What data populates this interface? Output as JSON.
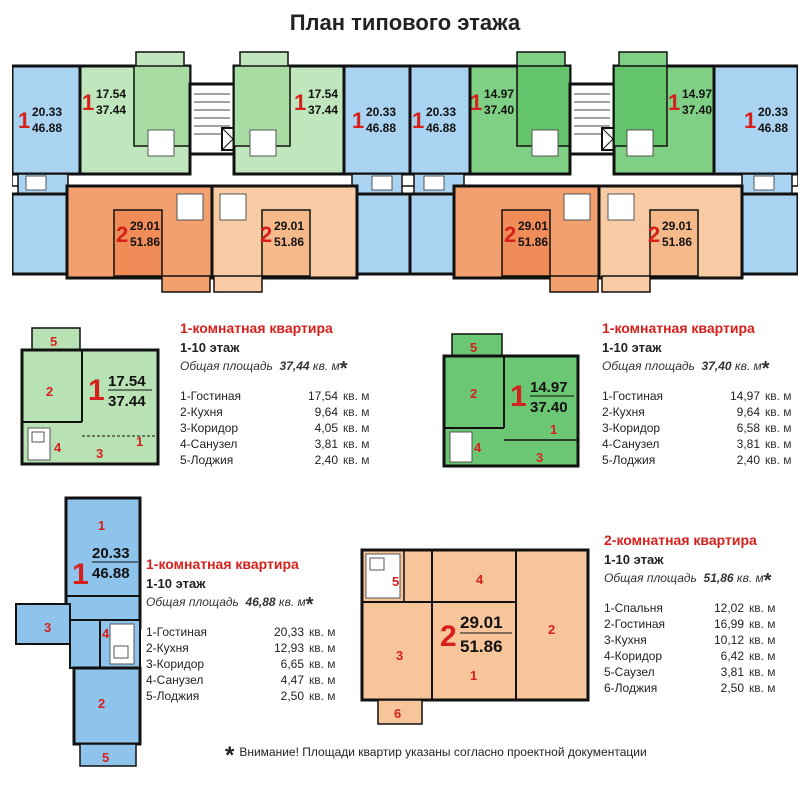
{
  "title": "План типового этажа",
  "floor_plan_labels": [
    {
      "rooms": "1",
      "living": "20.33",
      "total": "46.88"
    },
    {
      "rooms": "1",
      "living": "17.54",
      "total": "37.44"
    },
    {
      "rooms": "1",
      "living": "17.54",
      "total": "37.44"
    },
    {
      "rooms": "1",
      "living": "20.33",
      "total": "46.88"
    },
    {
      "rooms": "1",
      "living": "20.33",
      "total": "46.88"
    },
    {
      "rooms": "1",
      "living": "14.97",
      "total": "37.40"
    },
    {
      "rooms": "1",
      "living": "14.97",
      "total": "37.40"
    },
    {
      "rooms": "1",
      "living": "20.33",
      "total": "46.88"
    },
    {
      "rooms": "2",
      "living": "29.01",
      "total": "51.86"
    },
    {
      "rooms": "2",
      "living": "29.01",
      "total": "51.86"
    },
    {
      "rooms": "2",
      "living": "29.01",
      "total": "51.86"
    },
    {
      "rooms": "2",
      "living": "29.01",
      "total": "51.86"
    }
  ],
  "apartments": [
    {
      "title": "1-комнатная квартира",
      "floor": "1-10 этаж",
      "total_label": "Общая площадь",
      "total_value": "37,44",
      "unit": "кв. м",
      "star": "*",
      "plan_rooms": "1",
      "plan_living": "17.54",
      "plan_total": "37.44",
      "plan_numbers": [
        "5",
        "2",
        "4",
        "3",
        "1"
      ],
      "color": "#b8e2b4",
      "rows": [
        {
          "name": "1-Гостиная",
          "value": "17,54",
          "unit": "кв. м"
        },
        {
          "name": "2-Кухня",
          "value": "9,64",
          "unit": "кв. м"
        },
        {
          "name": "3-Коридор",
          "value": "4,05",
          "unit": "кв. м"
        },
        {
          "name": "4-Санузел",
          "value": "3,81",
          "unit": "кв. м"
        },
        {
          "name": "5-Лоджия",
          "value": "2,40",
          "unit": "кв. м"
        }
      ]
    },
    {
      "title": "1-комнатная квартира",
      "floor": "1-10 этаж",
      "total_label": "Общая площадь",
      "total_value": "37,40",
      "unit": "кв. м",
      "star": "*",
      "plan_rooms": "1",
      "plan_living": "14.97",
      "plan_total": "37.40",
      "plan_numbers": [
        "5",
        "2",
        "4",
        "3",
        "1"
      ],
      "color": "#6cc774",
      "rows": [
        {
          "name": "1-Гостиная",
          "value": "14,97",
          "unit": "кв. м"
        },
        {
          "name": "2-Кухня",
          "value": "9,64",
          "unit": "кв. м"
        },
        {
          "name": "3-Коридор",
          "value": "6,58",
          "unit": "кв. м"
        },
        {
          "name": "4-Санузел",
          "value": "3,81",
          "unit": "кв. м"
        },
        {
          "name": "5-Лоджия",
          "value": "2,40",
          "unit": "кв. м"
        }
      ]
    },
    {
      "title": "1-комнатная квартира",
      "floor": "1-10 этаж",
      "total_label": "Общая площадь",
      "total_value": "46,88",
      "unit": "кв. м",
      "star": "*",
      "plan_rooms": "1",
      "plan_living": "20.33",
      "plan_total": "46.88",
      "plan_numbers": [
        "1",
        "3",
        "4",
        "2",
        "5"
      ],
      "color": "#8ec3ec",
      "rows": [
        {
          "name": "1-Гостиная",
          "value": "20,33",
          "unit": "кв. м"
        },
        {
          "name": "2-Кухня",
          "value": "12,93",
          "unit": "кв. м"
        },
        {
          "name": "3-Коридор",
          "value": "6,65",
          "unit": "кв. м"
        },
        {
          "name": "4-Санузел",
          "value": "4,47",
          "unit": "кв. м"
        },
        {
          "name": "5-Лоджия",
          "value": "2,50",
          "unit": "кв. м"
        }
      ]
    },
    {
      "title": "2-комнатная квартира",
      "floor": "1-10 этаж",
      "total_label": "Общая площадь",
      "total_value": "51,86",
      "unit": "кв. м",
      "star": "*",
      "plan_rooms": "2",
      "plan_living": "29.01",
      "plan_total": "51.86",
      "plan_numbers": [
        "5",
        "4",
        "3",
        "2",
        "1",
        "6"
      ],
      "color": "#f8c59b",
      "rows": [
        {
          "name": "1-Спальня",
          "value": "12,02",
          "unit": "кв. м"
        },
        {
          "name": "2-Гостиная",
          "value": "16,99",
          "unit": "кв. м"
        },
        {
          "name": "3-Кухня",
          "value": "10,12",
          "unit": "кв. м"
        },
        {
          "name": "4-Коридор",
          "value": "6,42",
          "unit": "кв. м"
        },
        {
          "name": "5-Саузел",
          "value": "3,81",
          "unit": "кв. м"
        },
        {
          "name": "6-Лоджия",
          "value": "2,50",
          "unit": "кв. м"
        }
      ]
    }
  ],
  "note_star": "*",
  "note": "Внимание! Площади квартир указаны согласно проектной документации"
}
